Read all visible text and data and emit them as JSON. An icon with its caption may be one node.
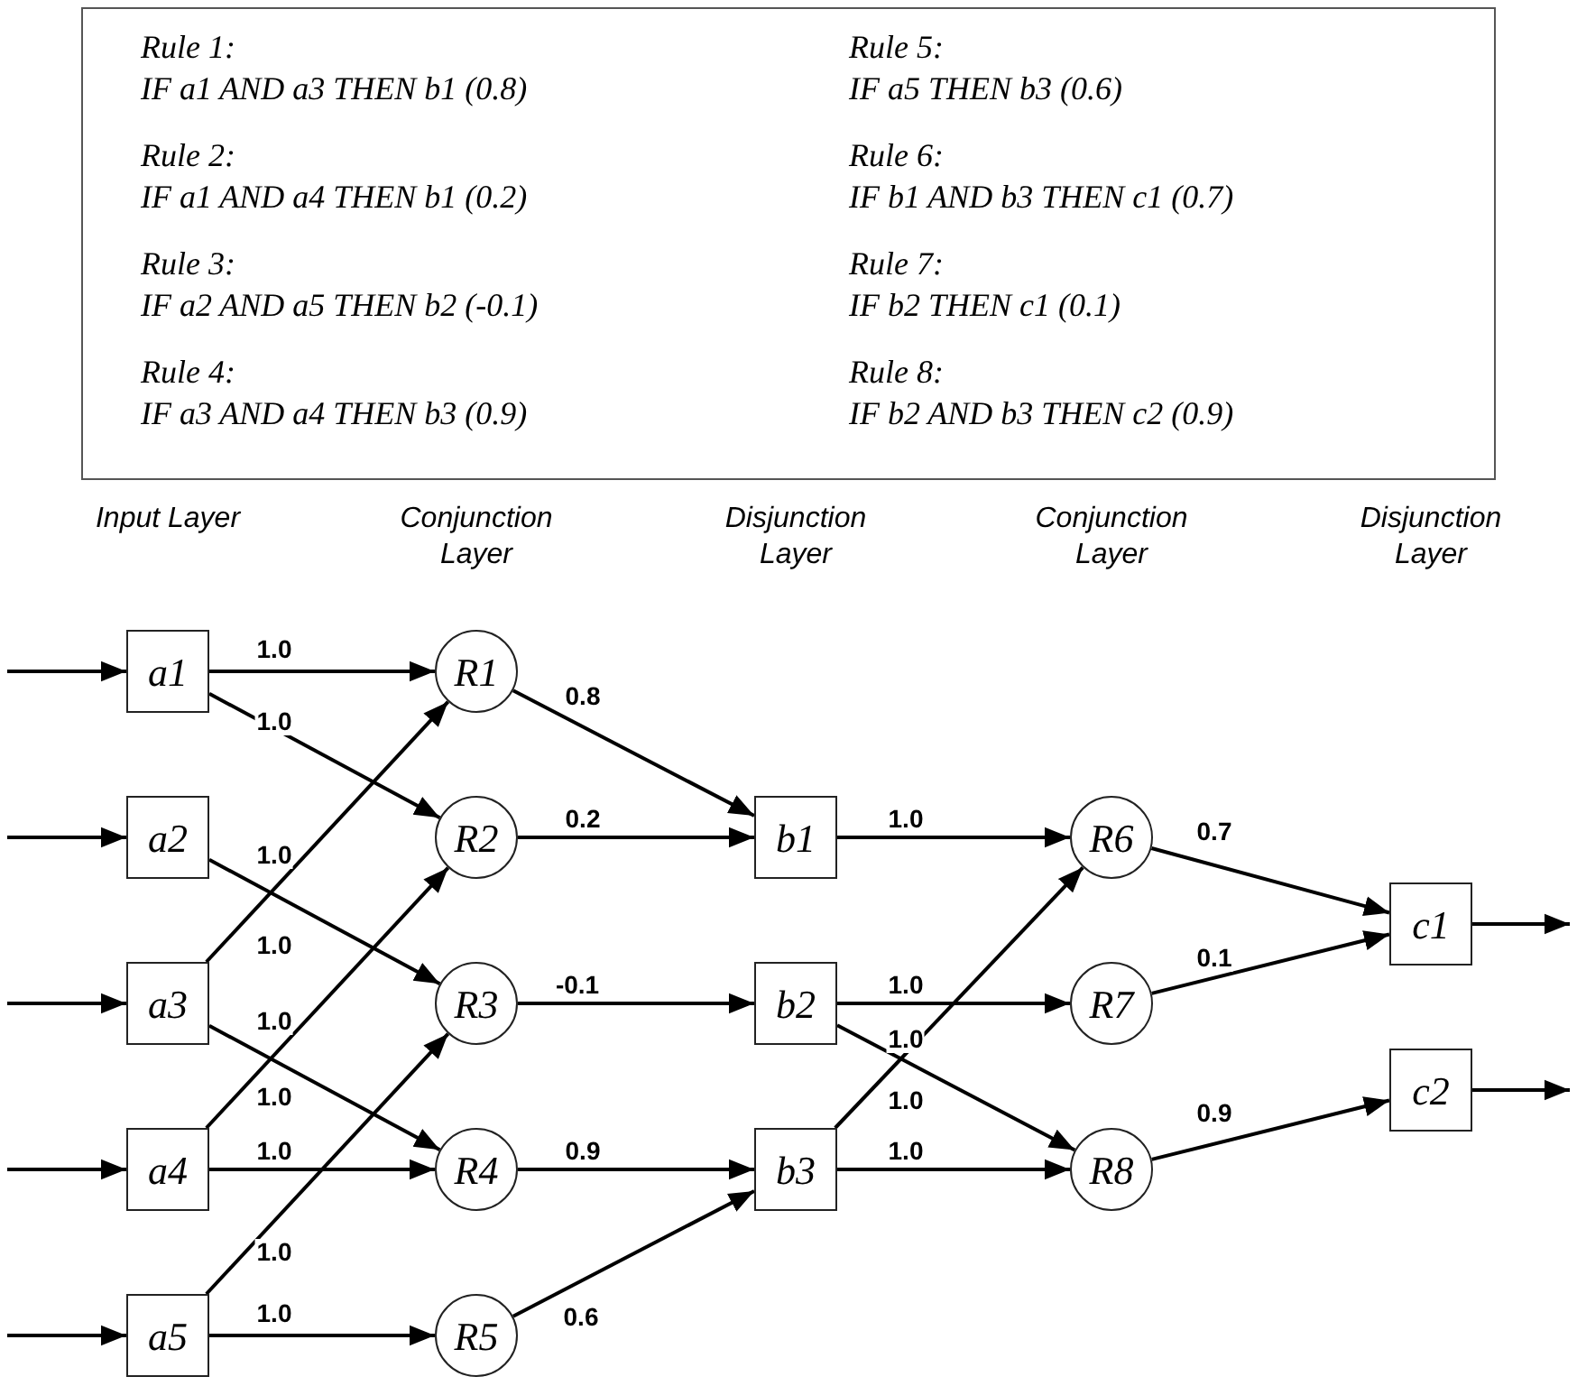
{
  "diagram": {
    "nodes": [
      {
        "text": [
          "Rule 1:",
          "IF a1 AND a3 THEN b1 (0.8)",
          "Rule 2:",
          "IF a1 AND a4 THEN b1 (0.2)",
          "Rule 3:",
          "IF a2 AND a5 THEN b2 (-0.1)",
          "Rule 4:",
          "IF a3 AND a4 THEN b3 (0.9)",
          "Rule 5:",
          "IF a5 THEN b3 (0.6)",
          "Rule 6:",
          "IF b1 AND b3 THEN c1 (0.7)",
          "Rule 7:",
          "IF b2 THEN c1 (0.1)",
          "Rule 8:",
          "IF b2 AND b3 THEN c2 (0.9)"
        ]
      },
      {
        "text": [
          "a1"
        ]
      },
      {
        "text": [
          "a2"
        ]
      },
      {
        "text": [
          "a3"
        ]
      },
      {
        "text": [
          "a4"
        ]
      },
      {
        "text": [
          "a5"
        ]
      },
      {
        "text": [
          "R1"
        ]
      },
      {
        "text": [
          "R2"
        ]
      },
      {
        "text": [
          "R3"
        ]
      },
      {
        "text": [
          "R4"
        ]
      },
      {
        "text": [
          "R5"
        ]
      },
      {
        "text": [
          "R6"
        ]
      },
      {
        "text": [
          "R7"
        ]
      },
      {
        "text": [
          "R8"
        ]
      },
      {
        "text": [
          "b1"
        ]
      },
      {
        "text": [
          "b2"
        ]
      },
      {
        "text": [
          "b3"
        ]
      },
      {
        "text": [
          "c1"
        ]
      },
      {
        "text": [
          "c2"
        ]
      }
    ],
    "edges": [
      {
        "from": null,
        "to": 1,
        "arrow": "to"
      },
      {
        "from": null,
        "to": 2,
        "arrow": "to"
      },
      {
        "from": null,
        "to": 3,
        "arrow": "to"
      },
      {
        "from": null,
        "to": 4,
        "arrow": "to"
      },
      {
        "from": null,
        "to": 5,
        "arrow": "to"
      },
      {
        "from": 1,
        "to": 6,
        "arrow": "to",
        "label": "1.0"
      },
      {
        "from": 1,
        "to": 7,
        "arrow": "to",
        "label": "1.0"
      },
      {
        "from": 2,
        "to": 8,
        "arrow": "to",
        "label": "1.0"
      },
      {
        "from": 3,
        "to": 6,
        "arrow": "to",
        "label": "1.0"
      },
      {
        "from": 3,
        "to": 9,
        "arrow": "to",
        "label": "1.0"
      },
      {
        "from": 4,
        "to": 7,
        "arrow": "to",
        "label": "1.0"
      },
      {
        "from": 4,
        "to": 9,
        "arrow": "to",
        "label": "1.0"
      },
      {
        "from": 5,
        "to": 8,
        "arrow": "to",
        "label": "1.0"
      },
      {
        "from": 5,
        "to": 10,
        "arrow": "to",
        "label": "1.0"
      },
      {
        "from": 6,
        "to": 14,
        "arrow": "to",
        "label": "0.8"
      },
      {
        "from": 7,
        "to": 14,
        "arrow": "to",
        "label": "0.2"
      },
      {
        "from": 8,
        "to": 15,
        "arrow": "to",
        "label": "-0.1"
      },
      {
        "from": 9,
        "to": 16,
        "arrow": "to",
        "label": "0.9"
      },
      {
        "from": 10,
        "to": 16,
        "arrow": "to",
        "label": "0.6"
      },
      {
        "from": 14,
        "to": 11,
        "arrow": "to",
        "label": "1.0"
      },
      {
        "from": 15,
        "to": 12,
        "arrow": "to",
        "label": "1.0"
      },
      {
        "from": 15,
        "to": 13,
        "arrow": "to",
        "label": "1.0"
      },
      {
        "from": 16,
        "to": 11,
        "arrow": "to",
        "label": "1.0"
      },
      {
        "from": 16,
        "to": 13,
        "arrow": "to",
        "label": "1.0"
      },
      {
        "from": 11,
        "to": 17,
        "arrow": "to",
        "label": "0.7"
      },
      {
        "from": 12,
        "to": 17,
        "arrow": "to",
        "label": "0.1"
      },
      {
        "from": 13,
        "to": 18,
        "arrow": "to",
        "label": "0.9"
      },
      {
        "from": 17,
        "to": null,
        "arrow": "to"
      },
      {
        "from": 18,
        "to": null,
        "arrow": "to"
      }
    ],
    "labels": [
      "Input Layer",
      "Conjunction Layer",
      "Disjunction Layer",
      "Conjunction Layer",
      "Disjunction Layer"
    ]
  }
}
